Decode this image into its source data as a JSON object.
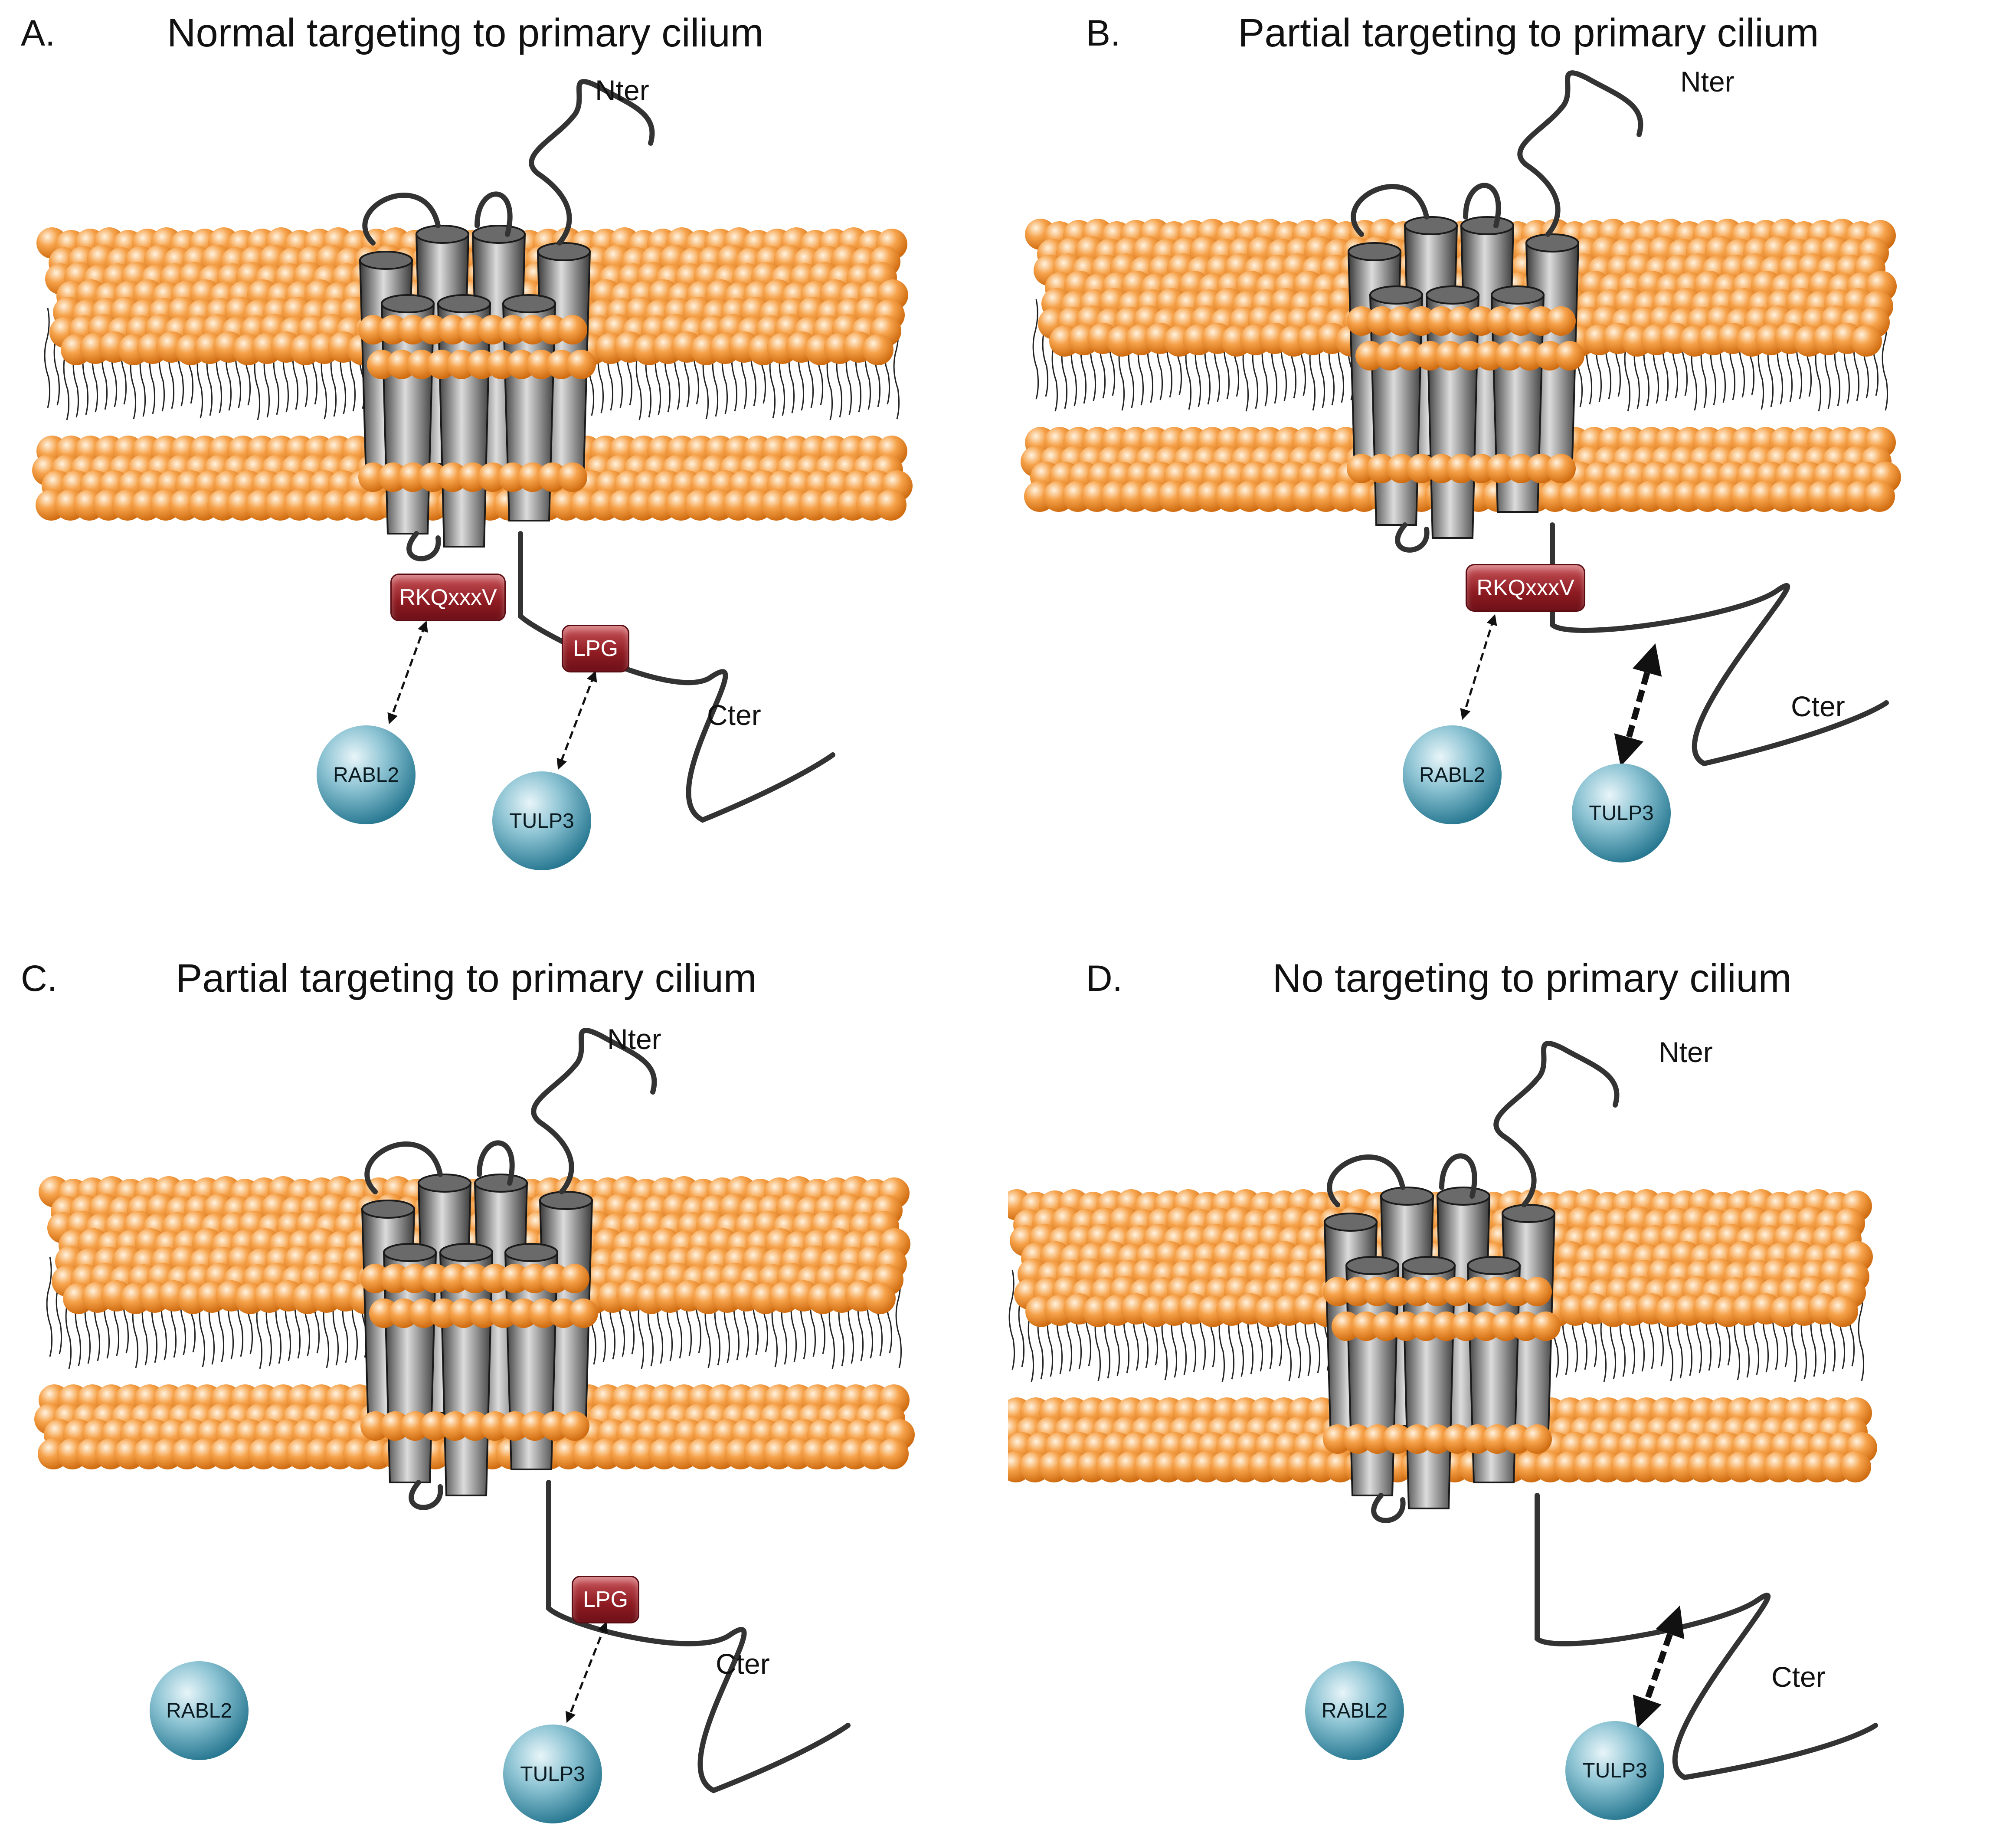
{
  "panels": [
    {
      "letter": "A.",
      "title": "Normal targeting to primary cilium",
      "nter": "Nter",
      "cter": "Cter",
      "motifs": {
        "rkq": "RKQxxxV",
        "lpg": "LPG"
      },
      "proteins": {
        "rabl2": "RABL2",
        "tulp3": "TULP3"
      }
    },
    {
      "letter": "B.",
      "title": "Partial targeting to primary cilium",
      "nter": "Nter",
      "cter": "Cter",
      "motifs": {
        "rkq": "RKQxxxV"
      },
      "proteins": {
        "rabl2": "RABL2",
        "tulp3": "TULP3"
      }
    },
    {
      "letter": "C.",
      "title": "Partial targeting to primary cilium",
      "nter": "Nter",
      "cter": "Cter",
      "motifs": {
        "lpg": "LPG"
      },
      "proteins": {
        "rabl2": "RABL2",
        "tulp3": "TULP3"
      }
    },
    {
      "letter": "D.",
      "title": "No targeting to primary cilium",
      "nter": "Nter",
      "cter": "Cter",
      "motifs": {},
      "proteins": {
        "rabl2": "RABL2",
        "tulp3": "TULP3"
      }
    }
  ],
  "colors": {
    "lipid_head": "#f39a3c",
    "motif": "#8e1b22",
    "protein": "#2a7a93",
    "helix": "#5a5a5a"
  }
}
